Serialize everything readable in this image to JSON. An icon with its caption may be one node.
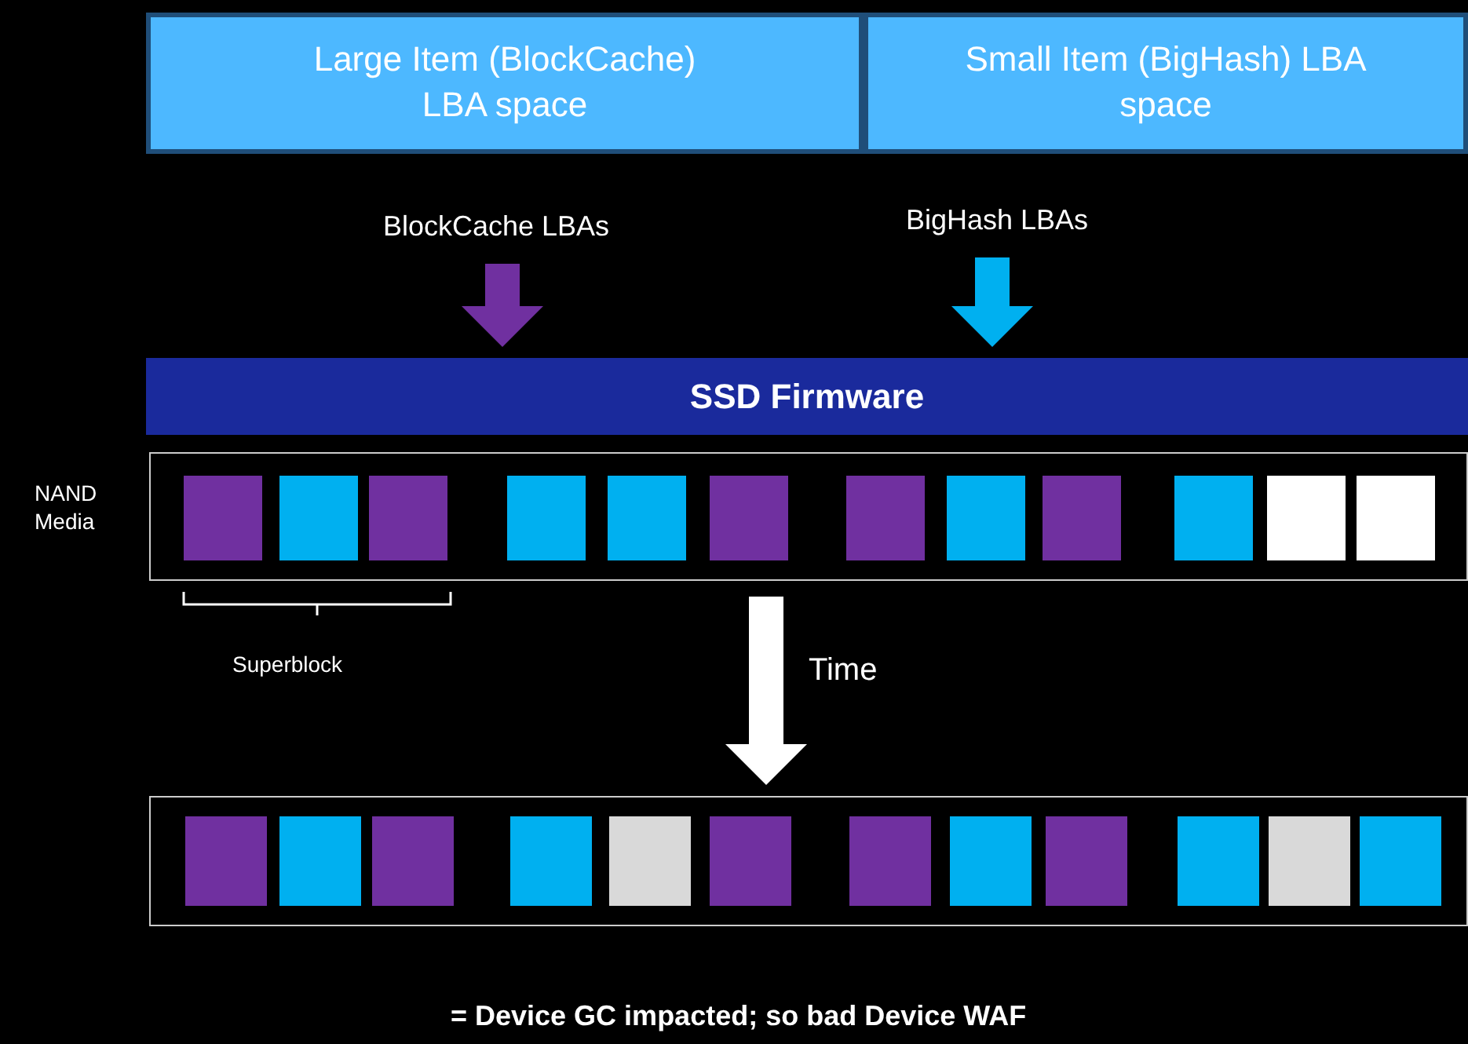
{
  "diagram": {
    "nodes": [
      {
        "text": [
          "Large Item (BlockCache) LBA space"
        ]
      },
      {
        "text": [
          "Small Item (BigHash) LBA space"
        ]
      },
      {
        "text": [
          "BlockCache LBAs"
        ]
      },
      {
        "text": [
          "BigHash LBAs"
        ]
      },
      {
        "text": [
          "SSD Firmware"
        ]
      },
      {
        "text": [],
        "shape": "box",
        "beside": [
          "NAND Media"
        ]
      },
      {
        "text": [],
        "shape": "box",
        "in": 5
      },
      {
        "text": [],
        "shape": "box",
        "in": 5
      },
      {
        "text": [],
        "shape": "box",
        "in": 5
      },
      {
        "text": [],
        "shape": "box",
        "in": 5
      },
      {
        "text": [],
        "shape": "box",
        "in": 5
      },
      {
        "text": [],
        "shape": "box",
        "in": 5
      },
      {
        "text": [],
        "shape": "box",
        "in": 5
      },
      {
        "text": [],
        "shape": "box",
        "in": 5
      },
      {
        "text": [],
        "shape": "box",
        "in": 5
      },
      {
        "text": [],
        "shape": "box",
        "in": 5
      },
      {
        "text": [],
        "shape": "box",
        "in": 5
      },
      {
        "text": [],
        "shape": "box",
        "in": 5
      },
      {
        "text": [],
        "shape": "box"
      },
      {
        "text": [],
        "shape": "box",
        "in": 18
      },
      {
        "text": [],
        "shape": "box",
        "in": 18
      },
      {
        "text": [],
        "shape": "box",
        "in": 18
      },
      {
        "text": [],
        "shape": "box",
        "in": 18
      },
      {
        "text": [],
        "shape": "box",
        "in": 18
      },
      {
        "text": [],
        "shape": "box",
        "in": 18
      },
      {
        "text": [],
        "shape": "box",
        "in": 18
      },
      {
        "text": [],
        "shape": "box",
        "in": 18
      },
      {
        "text": [],
        "shape": "box",
        "in": 18
      },
      {
        "text": [],
        "shape": "box",
        "in": 18
      },
      {
        "text": [],
        "shape": "box",
        "in": 18
      },
      {
        "text": [],
        "shape": "box",
        "in": 18
      }
    ],
    "edges": [
      {
        "from": 2,
        "to": 4,
        "arrow": "to",
        "color": "#7030a0"
      },
      {
        "from": 3,
        "to": 4,
        "arrow": "to",
        "color": "#00b0f0"
      },
      {
        "from": 5,
        "to": 18,
        "arrow": "to",
        "color": "#ffffff",
        "label": "Time"
      }
    ],
    "labels": [
      "Superblock",
      "= Device GC impacted; so bad Device WAF"
    ]
  }
}
